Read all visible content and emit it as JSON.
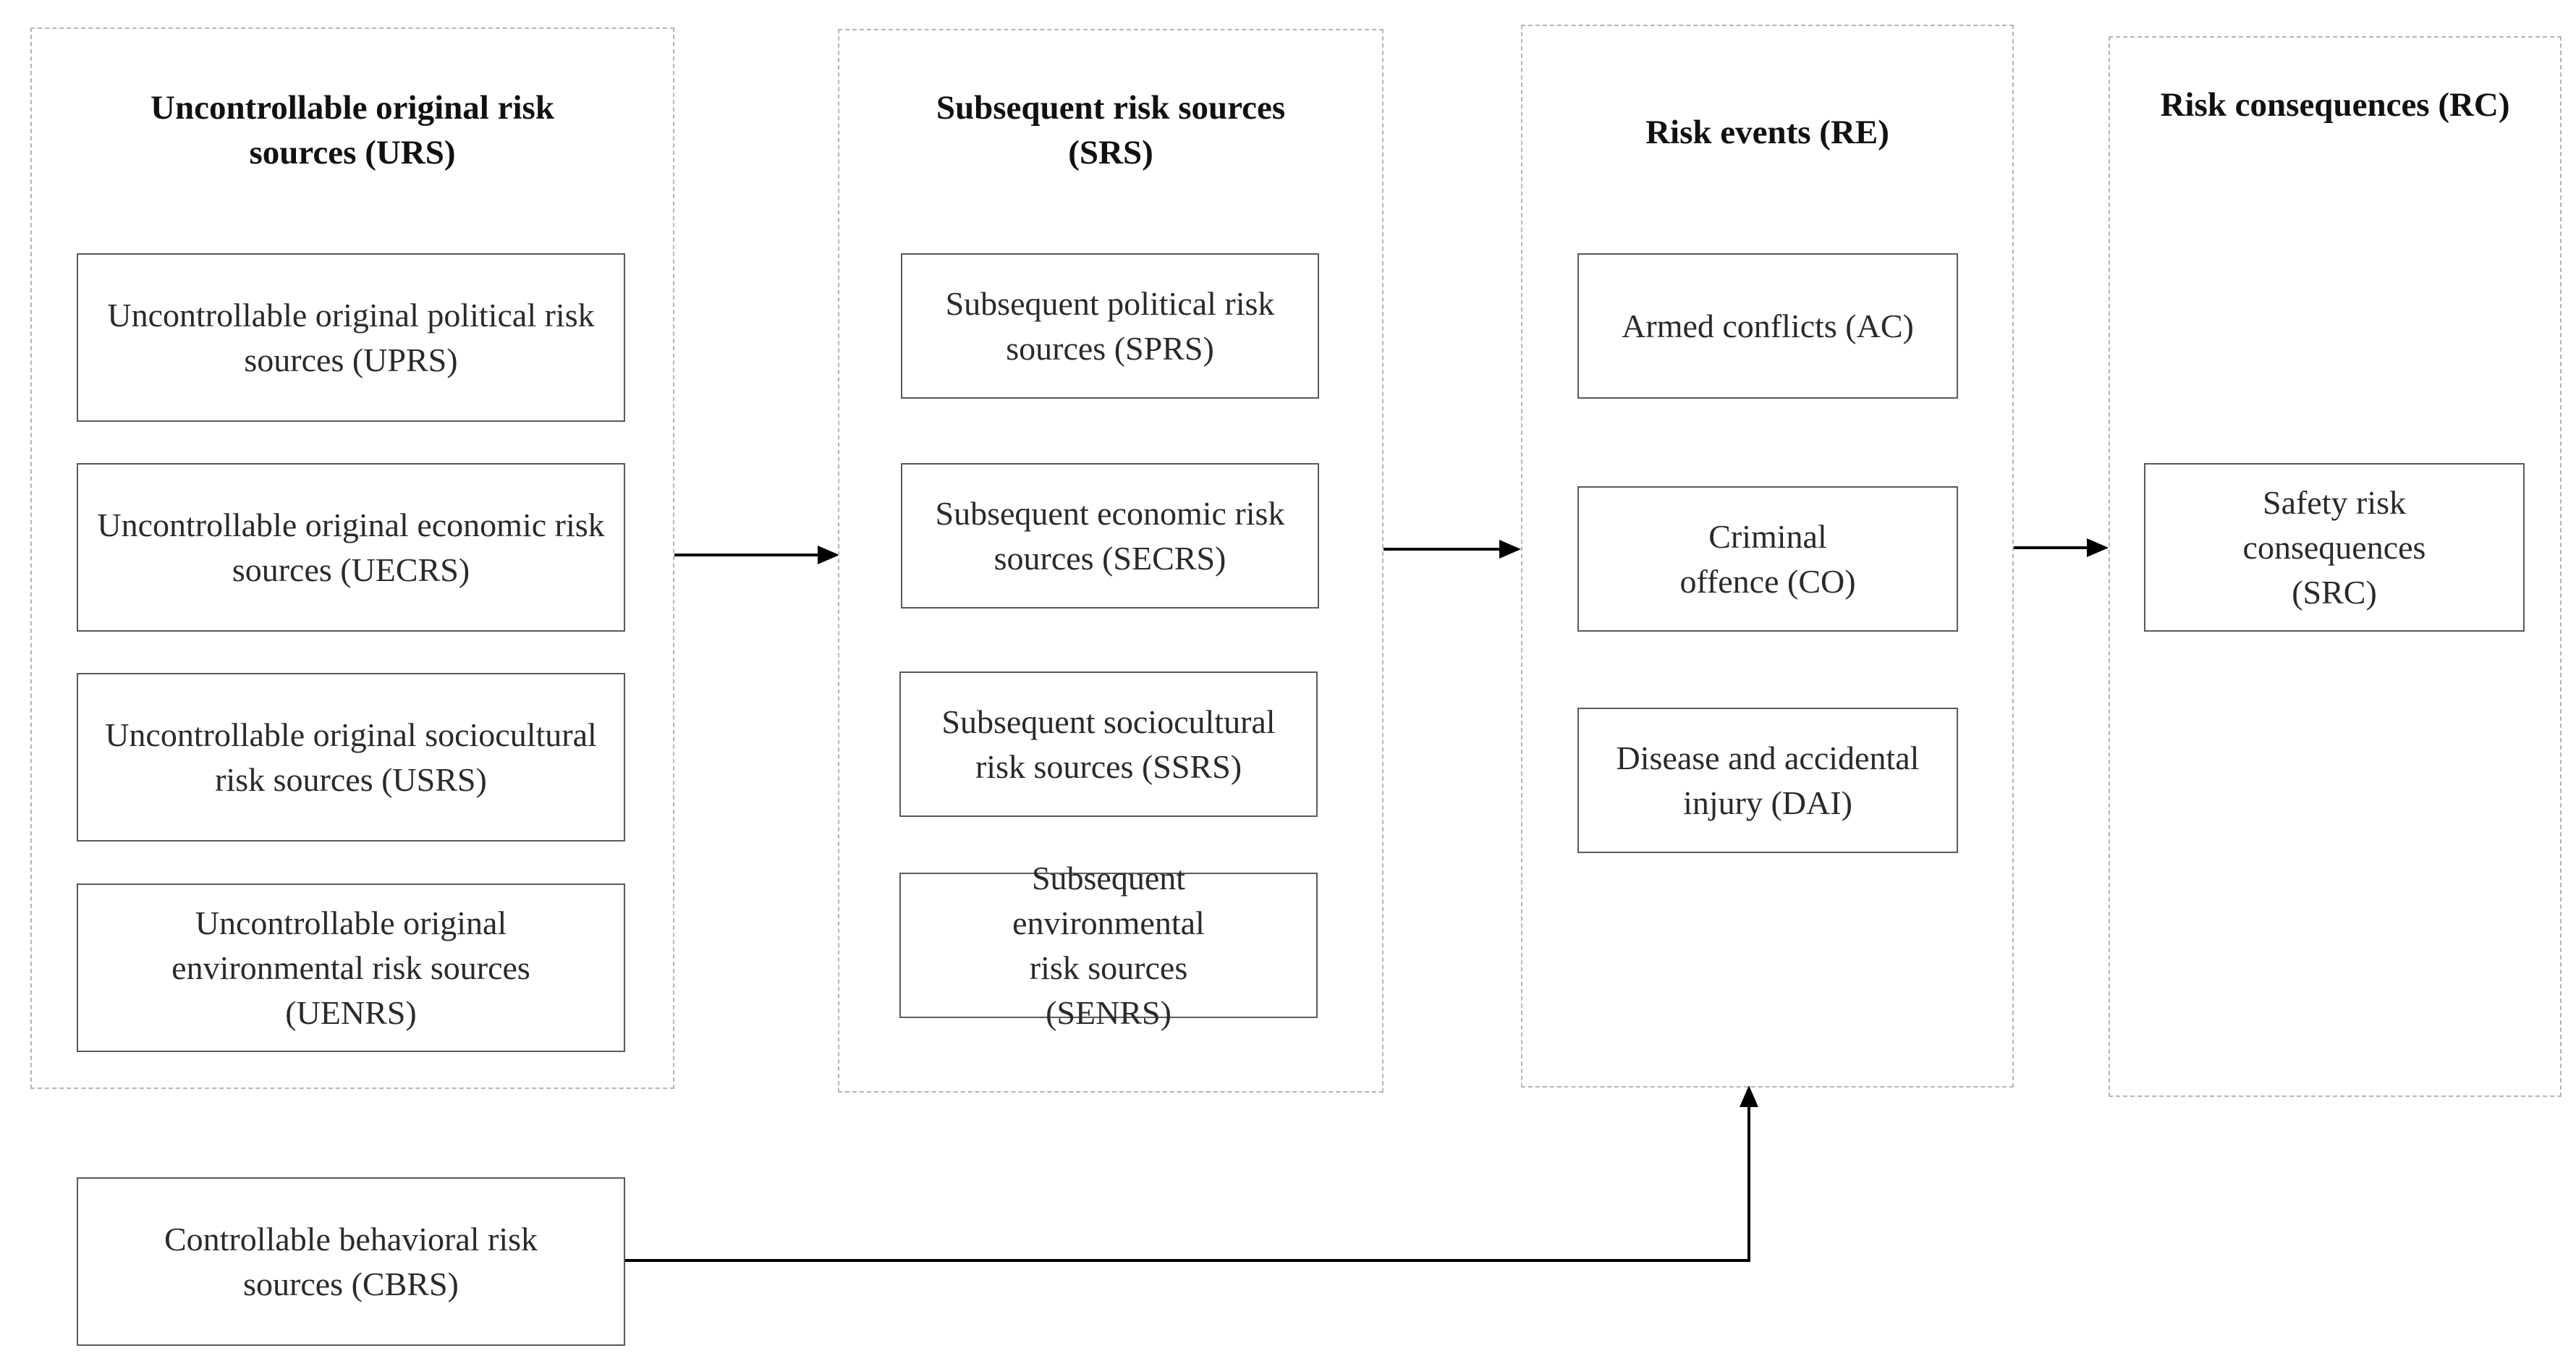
{
  "groups": {
    "urs": {
      "title": "Uncontrollable original  risk sources (URS)",
      "items": [
        "Uncontrollable original political risk sources (UPRS)",
        "Uncontrollable original economic risk sources (UECRS)",
        "Uncontrollable original sociocultural risk sources (USRS)",
        "Uncontrollable original environmental risk sources (UENRS)"
      ]
    },
    "srs": {
      "title": "Subsequent risk sources (SRS)",
      "items": [
        "Subsequent political risk sources (SPRS)",
        "Subsequent economic risk sources (SECRS)",
        "Subsequent sociocultural risk sources (SSRS)",
        "Subsequent environmental risk sources (SENRS)"
      ]
    },
    "re": {
      "title": "Risk events (RE)",
      "items": [
        "Armed conflicts (AC)",
        "Criminal offence (CO)",
        "Disease and accidental injury (DAI)"
      ]
    },
    "rc": {
      "title": "Risk consequences (RC)",
      "items": [
        "Safety risk consequences (SRC)"
      ]
    }
  },
  "cbrs": {
    "label": "Controllable behavioral risk sources (CBRS)"
  }
}
